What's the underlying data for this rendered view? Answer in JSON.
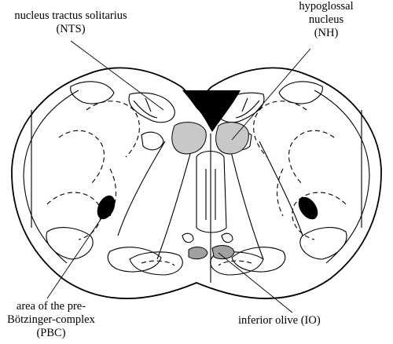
{
  "labels": {
    "nts_line1": "nucleus tractus solitarius",
    "nts_line2": "(NTS)",
    "nh_line1": "hypoglossal",
    "nh_line2": "nucleus",
    "nh_line3": "(NH)",
    "pbc_line1": "area of the pre-",
    "pbc_line2": "Bötzinger-complex",
    "pbc_line3": "(PBC)",
    "io": "inferior olive (IO)"
  },
  "colors": {
    "outline": "#000000",
    "shaded_region": "#c8c8c8",
    "solid_region": "#000000",
    "background": "#ffffff"
  }
}
